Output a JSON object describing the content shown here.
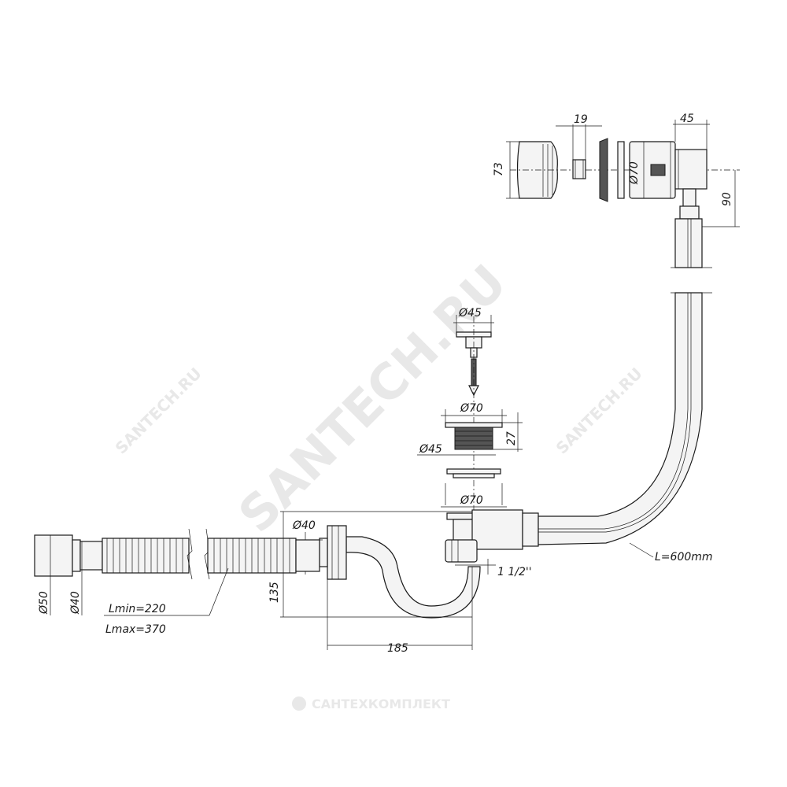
{
  "watermarks": {
    "main": "SANTECH.RU",
    "left_small": "SANTECH.RU",
    "right_small": "SANTECH.RU",
    "footer": "САНТЕХКОМПЛЕКТ"
  },
  "dimensions": {
    "nut_height": "73",
    "gasket_width": "19",
    "overflow_width": "45",
    "overflow_diameter": "Ø70",
    "overflow_drop": "90",
    "plug_diameter": "Ø45",
    "drain_top_diameter": "Ø70",
    "drain_height": "27",
    "drain_inner_diameter": "Ø45",
    "drain_flange_diameter": "Ø70",
    "pipe_diameter": "Ø40",
    "hose_outer_diameter": "Ø50",
    "hose_inner_diameter": "Ø40",
    "trap_height": "135",
    "trap_length": "185",
    "thread_size": "1 1/2''",
    "hose_length": "L=600mm",
    "corrugated_min": "Lmin=220",
    "corrugated_max": "Lmax=370"
  },
  "colors": {
    "line": "#1a1a1a",
    "watermark": "#e8e8e8"
  }
}
